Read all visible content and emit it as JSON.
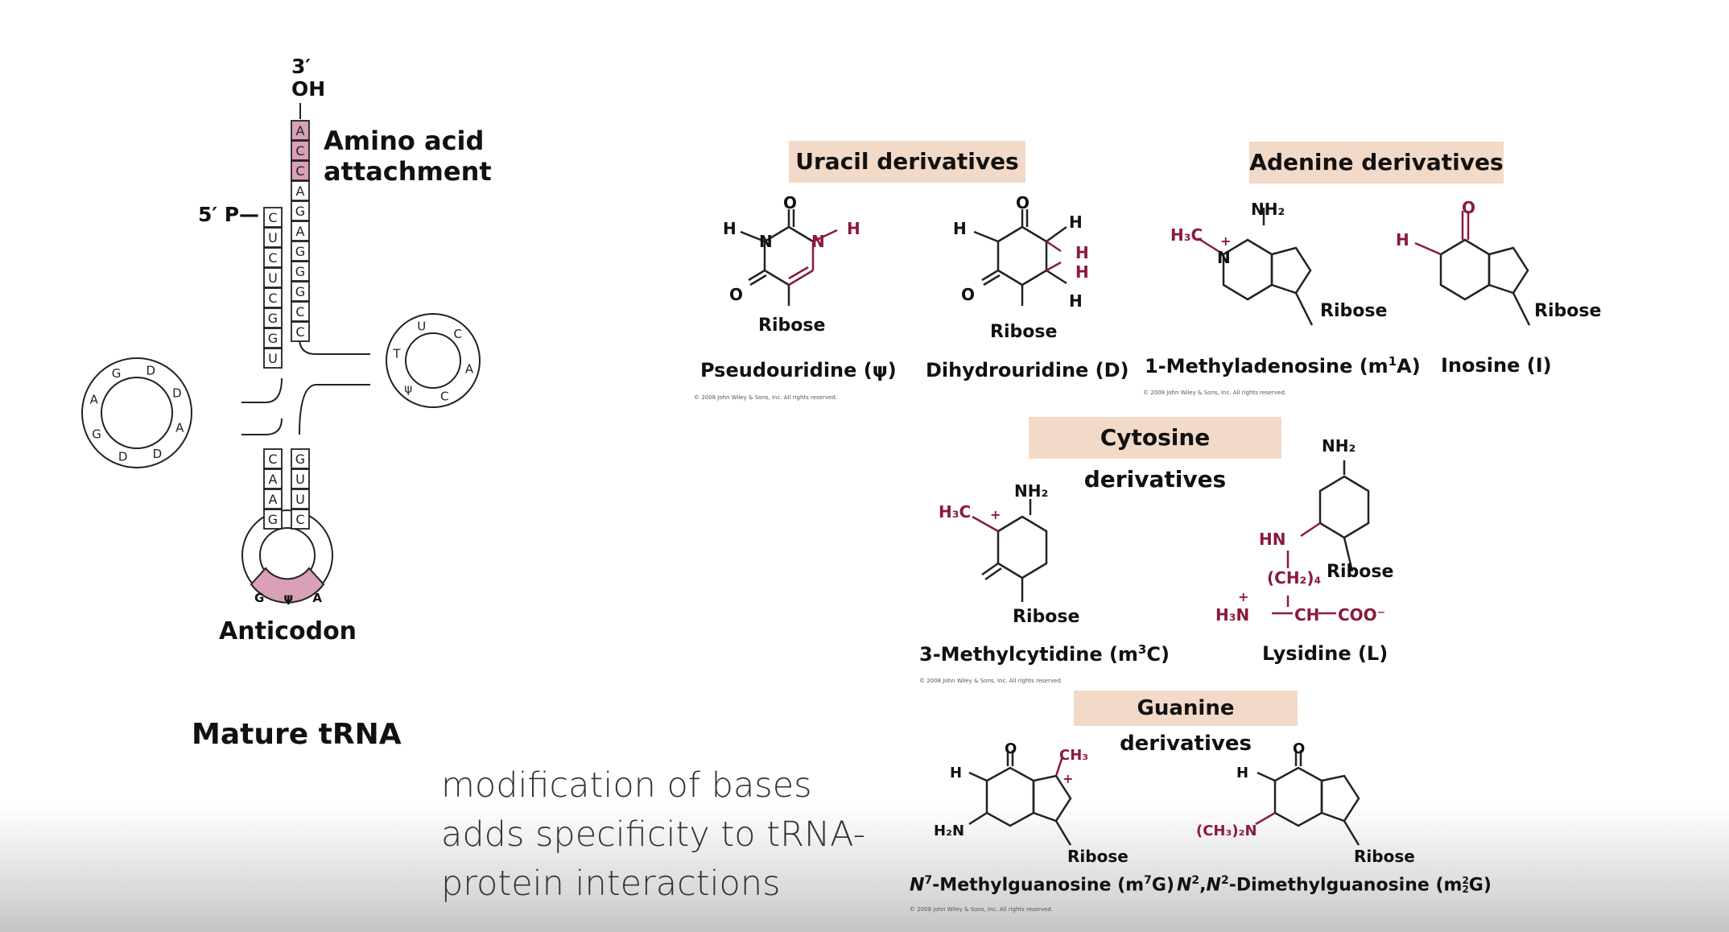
{
  "trna": {
    "end3_prime": "3′",
    "end3_oh": "OH",
    "end5": "5′ P—",
    "amino_acid_line1": "Amino acid",
    "amino_acid_line2": "attachment",
    "anticodon_label": "Anticodon",
    "title": "Mature tRNA",
    "acceptor_5prime": [
      "C",
      "U",
      "C",
      "U",
      "C",
      "G",
      "G",
      "U"
    ],
    "acceptor_3prime": [
      "A",
      "C",
      "C",
      "A",
      "G",
      "A",
      "G",
      "G",
      "G",
      "C",
      "C"
    ],
    "anticodon_stem_left": [
      "C",
      "A",
      "A",
      "G"
    ],
    "anticodon_stem_right": [
      "G",
      "U",
      "U",
      "C"
    ],
    "anticodon_bases": [
      "G",
      "ψ",
      "A"
    ],
    "d_loop_bases": [
      "D",
      "D",
      "G",
      "A",
      "G",
      "D",
      "D",
      "A"
    ],
    "t_loop_bases": [
      "U",
      "C",
      "A",
      "C",
      "ψ",
      "T"
    ],
    "highlight_color": "#d9a0b8"
  },
  "headers": {
    "uracil": "Uracil derivatives",
    "adenine": "Adenine derivatives",
    "cytosine": "Cytosine derivatives",
    "guanine": "Guanine derivatives"
  },
  "compounds": {
    "pseudouridine": "Pseudouridine (ψ)",
    "dihydrouridine": "Dihydrouridine (D)",
    "methyladenosine_pre": "1-Methyladenosine (m",
    "methyladenosine_sup": "1",
    "methyladenosine_post": "A)",
    "inosine": "Inosine (I)",
    "methylcytidine_pre": "3-Methylcytidine (m",
    "methylcytidine_sup": "3",
    "methylcytidine_post": "C)",
    "lysidine": "Lysidine (L)",
    "methylguanosine_n": "N",
    "methylguanosine_sup": "7",
    "methylguanosine_mid": "-Methylguanosine (m",
    "methylguanosine_sup2": "7",
    "methylguanosine_post": "G)",
    "dimethyl_n1": "N",
    "dimethyl_sup1": "2",
    "dimethyl_comma": ",",
    "dimethyl_n2": "N",
    "dimethyl_sup2": "2",
    "dimethyl_mid": "-Dimethylguanosine (m",
    "dimethyl_sup3": "2",
    "dimethyl_sub3": "2",
    "dimethyl_post": "G)"
  },
  "atoms": {
    "ribose": "Ribose",
    "h": "H",
    "o": "O",
    "n": "N",
    "nh2": "NH₂",
    "h3c": "H₃C",
    "ch3": "CH₃",
    "h2n": "H₂N",
    "hn": "HN",
    "ch2_4": "(CH₂)₄",
    "h3n": "H₃N",
    "ch": "CH",
    "coo": "COO⁻",
    "dimethylamino": "(CH₃)₂N",
    "plus": "+"
  },
  "copyright": "© 2008 John Wiley & Sons, Inc. All rights reserved.",
  "caption": "modification of bases adds specificity to tRNA-protein interactions",
  "colors": {
    "modification": "#8b1a3a",
    "header_bg": "#f2d9c8",
    "caption_text": "#333333"
  }
}
